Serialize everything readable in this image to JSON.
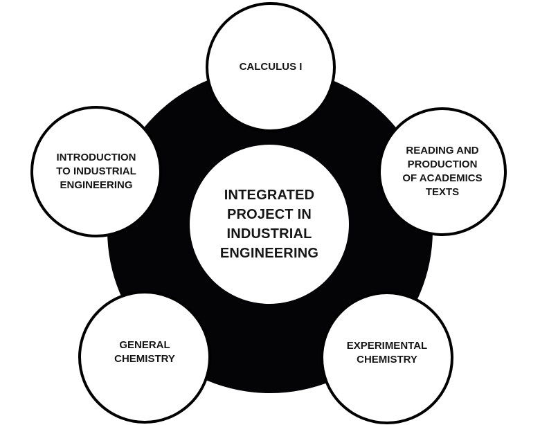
{
  "diagram": {
    "type": "hub-and-spoke",
    "colors": {
      "page_bg": "#ffffff",
      "hub_fill": "#040407",
      "node_fill": "#ffffff",
      "node_border": "#000000",
      "text": "#161616"
    },
    "center": {
      "label": "INTEGRATED PROJECT IN INDUSTRIAL ENGINEERING",
      "lines": [
        "INTEGRATED",
        "PROJECT IN",
        "INDUSTRIAL",
        "ENGINEERING"
      ]
    },
    "nodes": {
      "calculus": {
        "label": "CALCULUS I",
        "lines": [
          "CALCULUS I"
        ]
      },
      "intro": {
        "label": "INTRODUCTION TO INDUSTRIAL ENGINEERING",
        "lines": [
          "INTRODUCTION",
          "TO INDUSTRIAL",
          "ENGINEERING"
        ]
      },
      "reading": {
        "label": "READING AND PRODUCTION OF ACADEMICS TEXTS",
        "lines": [
          "READING AND",
          "PRODUCTION",
          "OF ACADEMICS",
          "TEXTS"
        ]
      },
      "general": {
        "label": "GENERAL CHEMISTRY",
        "lines": [
          "GENERAL",
          "CHEMISTRY"
        ]
      },
      "experimental": {
        "label": "EXPERIMENTAL CHEMISTRY",
        "lines": [
          "EXPERIMENTAL",
          "CHEMISTRY"
        ]
      }
    }
  }
}
